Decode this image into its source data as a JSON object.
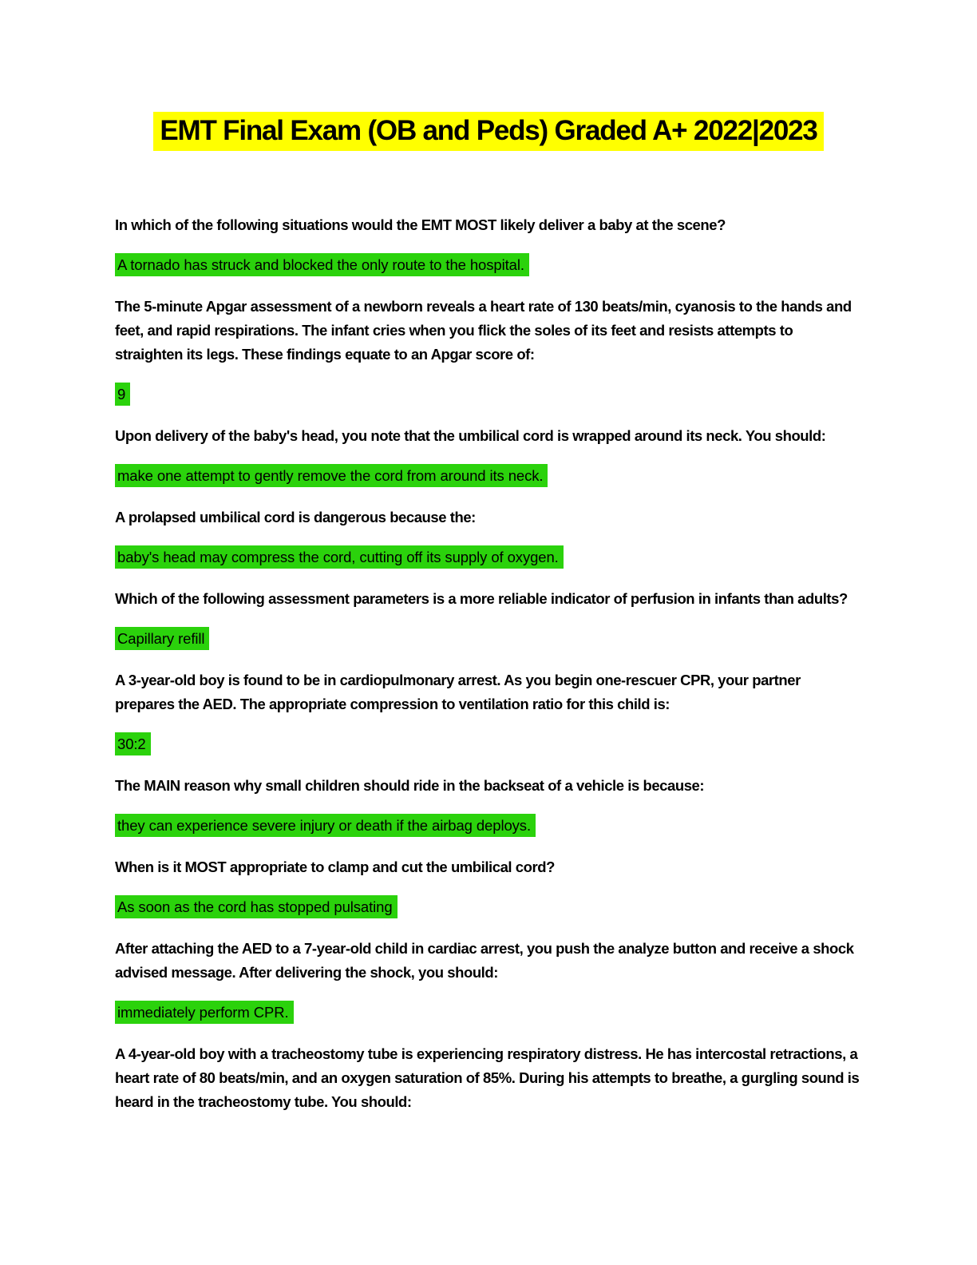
{
  "title": "EMT Final Exam (OB and Peds) Graded A+ 2022|2023",
  "colors": {
    "title_highlight": "#ffff00",
    "answer_highlight": "#2bd20c",
    "text": "#000000",
    "background": "#ffffff"
  },
  "qa": [
    {
      "question": "In which of the following situations would the EMT MOST likely deliver a baby at the scene?",
      "answer": "A tornado has struck and blocked the only route to the hospital."
    },
    {
      "question": "The 5-minute Apgar assessment of a newborn reveals a heart rate of 130 beats/min, cyanosis to the hands and feet, and rapid respirations. The infant cries when you flick the soles of its feet and resists attempts to straighten its legs. These findings equate to an Apgar score of:",
      "answer": "9"
    },
    {
      "question": "Upon delivery of the baby's head, you note that the umbilical cord is wrapped around its neck. You should:",
      "answer": "make one attempt to gently remove the cord from around its neck."
    },
    {
      "question": "A prolapsed umbilical cord is dangerous because the:",
      "answer": "baby's head may compress the cord, cutting off its supply of oxygen."
    },
    {
      "question": "Which of the following assessment parameters is a more reliable indicator of perfusion in infants than adults?",
      "answer": "Capillary refill"
    },
    {
      "question": "A 3-year-old boy is found to be in cardiopulmonary arrest. As you begin one-rescuer CPR, your partner prepares the AED. The appropriate compression to ventilation ratio for this child is:",
      "answer": "30:2"
    },
    {
      "question": "The MAIN reason why small children should ride in the backseat of a vehicle is because:",
      "answer": "they can experience severe injury or death if the airbag deploys."
    },
    {
      "question": "When is it MOST appropriate to clamp and cut the umbilical cord?",
      "answer": "As soon as the cord has stopped pulsating"
    },
    {
      "question": "After attaching the AED to a 7-year-old child in cardiac arrest, you push the analyze button and receive a shock advised message. After delivering the shock, you should:",
      "answer": "immediately perform CPR."
    },
    {
      "question": "A 4-year-old boy with a tracheostomy tube is experiencing respiratory distress. He has intercostal retractions, a heart rate of 80 beats/min, and an oxygen saturation of 85%. During his attempts to breathe, a gurgling sound is heard in the tracheostomy tube. You should:",
      "answer": null
    }
  ]
}
